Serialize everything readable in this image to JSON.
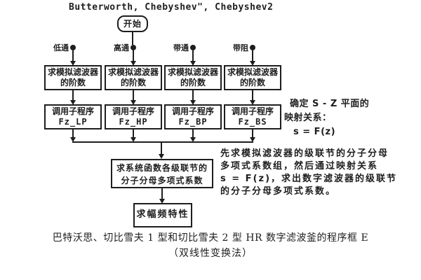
{
  "title": "Butterworth, Chebyshev\", Chebyshev2",
  "flowchart": {
    "start_label": "开始",
    "branch_labels": [
      "低通",
      "高通",
      "带通",
      "带阻"
    ],
    "order_box": {
      "line1": "求模拟滤波器",
      "line2": "的阶数"
    },
    "call_box_label": "调用子程序",
    "subroutines": [
      "Fz_LP",
      "Fz_HP",
      "Fz_BP",
      "Fz_BS"
    ],
    "merge_box": {
      "line1": "求系统函数各级联节的",
      "line2": "分子分母多项式系数"
    },
    "final_box_label": "求幅频特性"
  },
  "notes": {
    "mapping": {
      "line1": "确定 S - Z 平面的",
      "line2": "映射关系：",
      "line3": "s = F(z)"
    },
    "process": {
      "line1": "先求模拟滤波器的级联节的分子分母",
      "line2": "多项式系数组，然后通过映射关系",
      "line3": "s = F(z)，求出数字滤波器的级联节",
      "line4": "的分子分母多项式系数。"
    }
  },
  "caption": {
    "line1": "巴特沃思、切比雪夫 1 型和切比雪夫 2 型 HR 数字滤波釜的程序框 E",
    "line2": "（双线性变换法）"
  },
  "colors": {
    "ink": "#1e1e1e",
    "background": "#ffffff"
  }
}
